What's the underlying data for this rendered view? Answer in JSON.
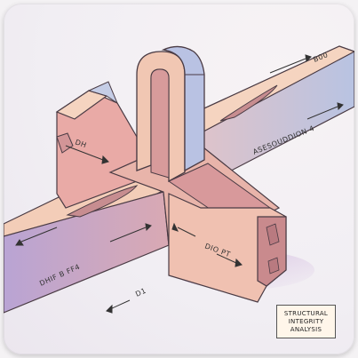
{
  "labels": {
    "top_right_beam": "B00",
    "right_beam_mid": "ASESOUDDION 4",
    "left_block": "DH",
    "front_beam": "DHIF B  FF4",
    "front_beam_lower": "D1",
    "front_block": "DIO PT"
  },
  "badge": {
    "line1": "STRUCTURAL",
    "line2": "INTEGRITY",
    "line3": "ANALYSIS"
  },
  "colors": {
    "wood_light": "#f3cdb8",
    "wood_pink": "#e7a9a4",
    "wood_dark": "#c98a8d",
    "blue_light": "#c5cde6",
    "blue_dark": "#9fa9d3",
    "purple": "#b9a4d4",
    "outline": "#4a3b44"
  }
}
